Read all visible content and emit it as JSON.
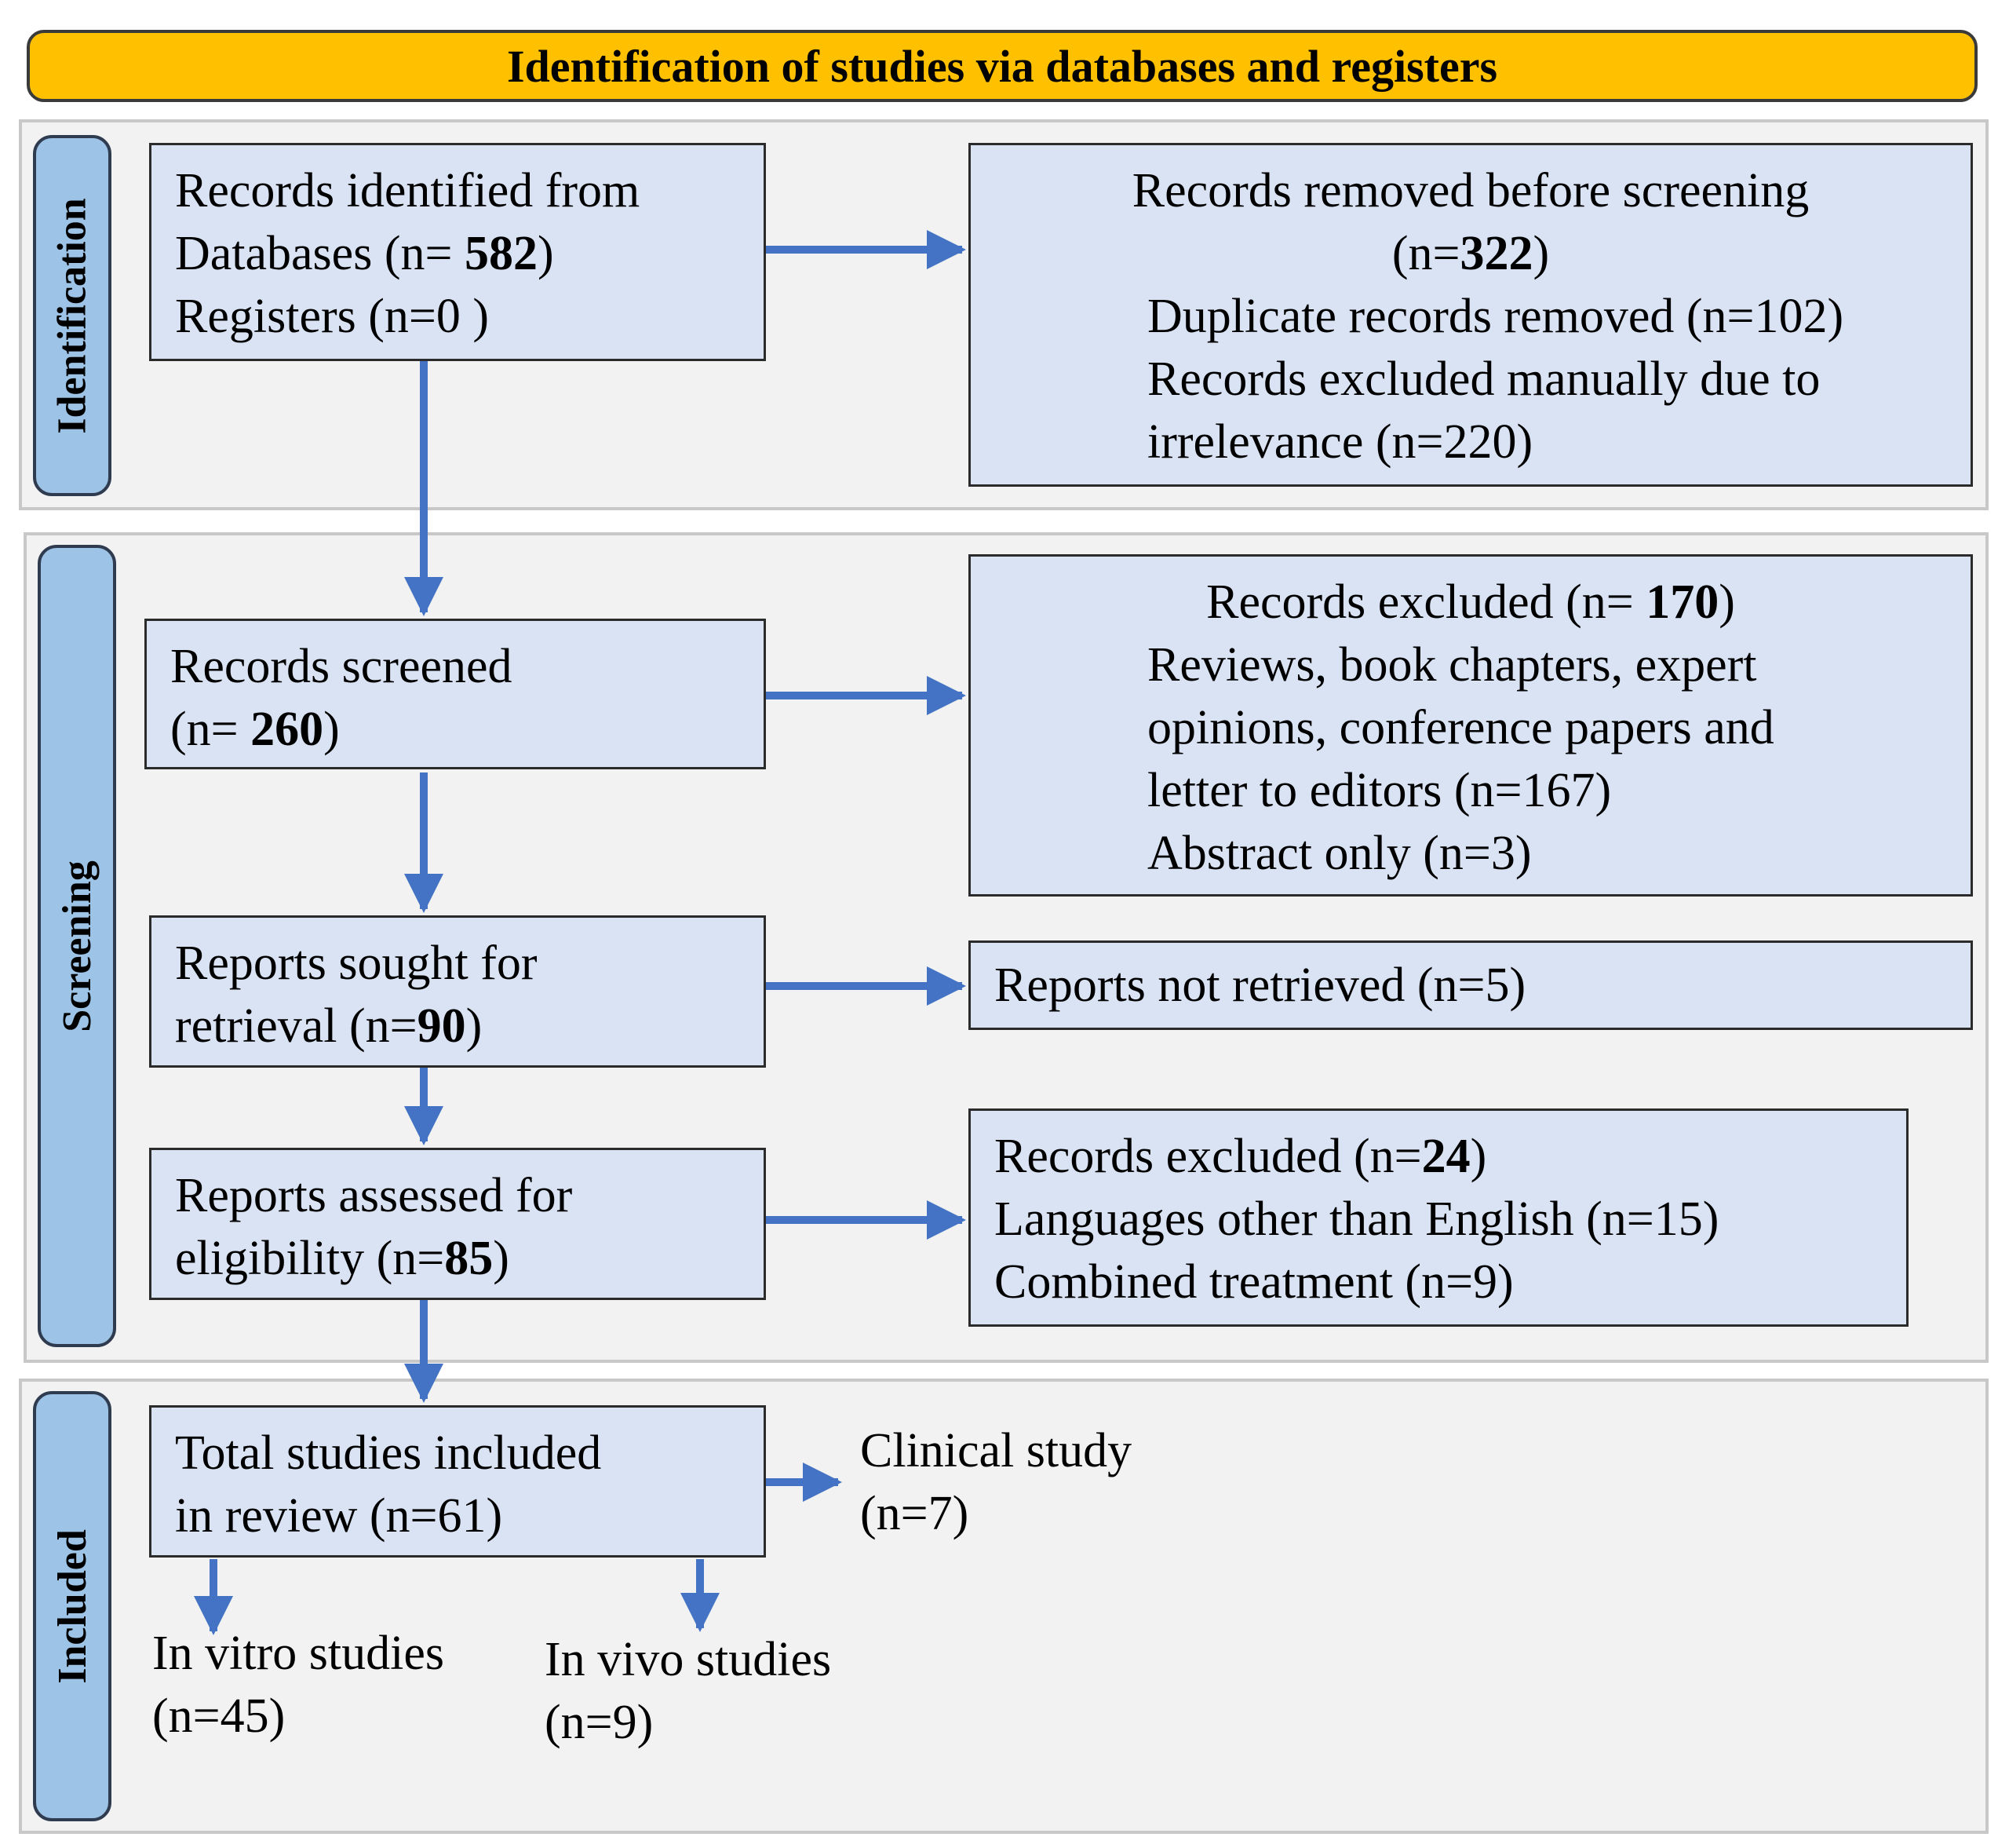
{
  "header": {
    "title": "Identification of studies via databases and registers"
  },
  "phases": {
    "identification": "Identification",
    "screening": "Screening",
    "included": "Included"
  },
  "identified": {
    "line1": "Records identified from",
    "databases_label": "Databases (n= ",
    "databases_n": "582",
    "close": ")",
    "registers": "Registers (n=0 )"
  },
  "removed": {
    "title": "Records removed before screening",
    "open": "(n=",
    "n": "322",
    "close": ")",
    "dup": "Duplicate records removed (n=102)",
    "manual1": "Records excluded manually due to",
    "manual2": "irrelevance (n=220)"
  },
  "screened": {
    "line1": "Records screened",
    "open": "(n= ",
    "n": "260",
    "close": ")"
  },
  "excluded": {
    "title_open": "Records excluded (n= ",
    "title_n": "170",
    "title_close": ")",
    "r1": "Reviews, book chapters, expert",
    "r2": "opinions, conference papers and",
    "r3": "letter to editors (n=167)",
    "r4": "Abstract only (n=3)"
  },
  "sought": {
    "line1": "Reports sought for",
    "open": "retrieval (n=",
    "n": "90",
    "close": ")"
  },
  "not_retrieved": {
    "text": "Reports not retrieved (n=5)"
  },
  "assessed": {
    "line1": "Reports assessed for",
    "open": "eligibility (n=",
    "n": "85",
    "close": ")"
  },
  "excluded2": {
    "open": "Records excluded (n=",
    "n": "24",
    "close": ")",
    "r1": "Languages other than English (n=15)",
    "r2": "Combined treatment (n=9)"
  },
  "total": {
    "line1": "Total studies included",
    "line2": "in review (n=61)"
  },
  "clinical": {
    "line1": "Clinical study",
    "line2": "(n=7)"
  },
  "invitro": {
    "line1": "In vitro studies",
    "line2": "(n=45)"
  },
  "invivo": {
    "line1": "In vivo studies",
    "line2": "(n=9)"
  },
  "colors": {
    "header": "#FFC000",
    "box": "#DAE3F3",
    "side_label": "#9DC3E6",
    "arrow": "#4472C4",
    "section": "#F2F2F2"
  }
}
